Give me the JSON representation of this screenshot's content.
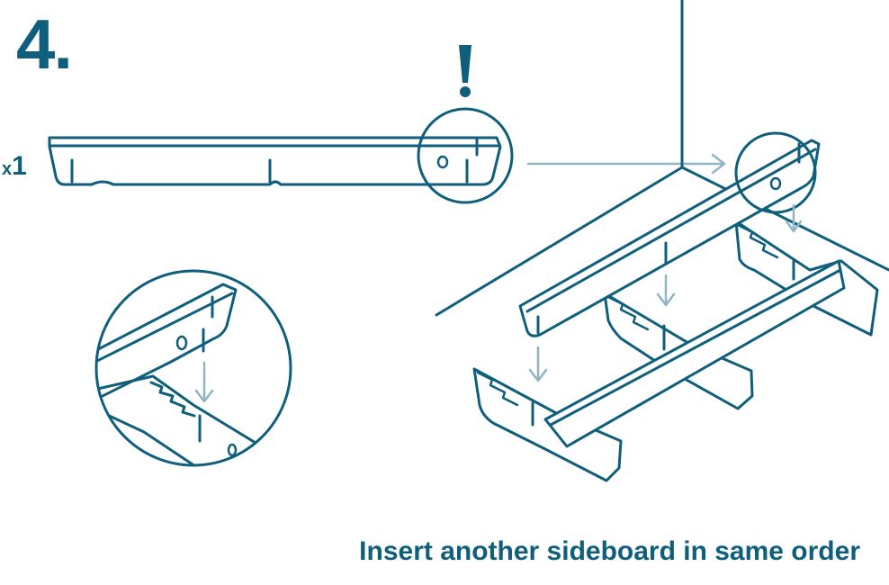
{
  "step": {
    "number": "4."
  },
  "part": {
    "quantity_prefix": "x",
    "quantity_value": "1",
    "alert_symbol": "!"
  },
  "caption": "Insert another sideboard in same order",
  "colors": {
    "primary": "#0f5f7c",
    "arrow": "#8fb5c3",
    "background": "#ffffff"
  },
  "icons": [
    "exclamation-icon",
    "arrow-right-icon",
    "arrow-down-icon",
    "magnifier-circle-icon"
  ]
}
